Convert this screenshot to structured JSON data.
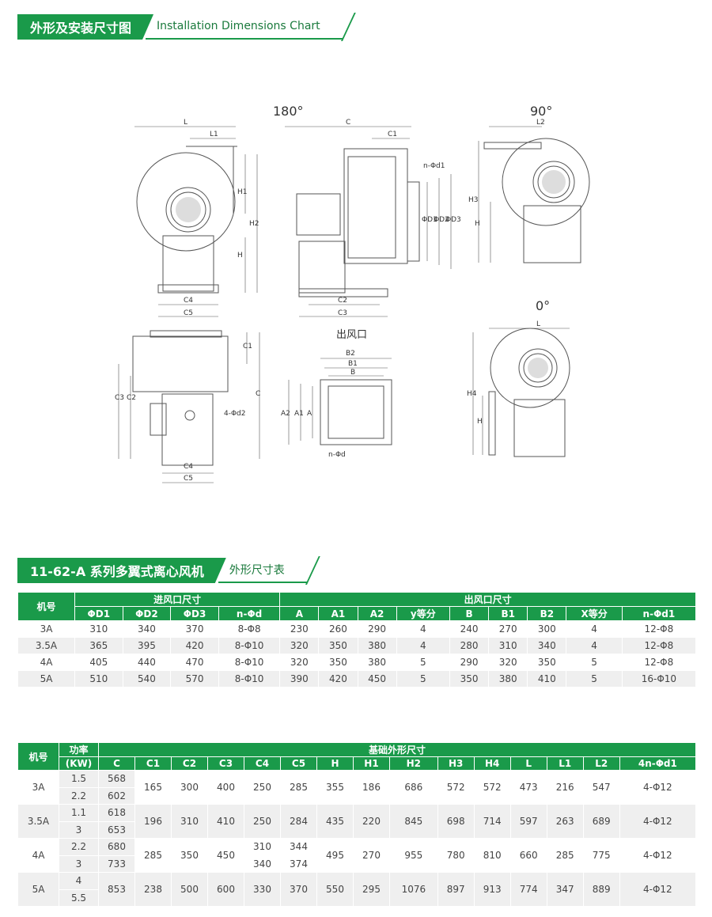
{
  "header1": {
    "cn": "外形及安装尺寸图",
    "en": "Installation Dimensions Chart"
  },
  "header2": {
    "cn": "11-62-A 系列多翼式离心风机",
    "en": "外形尺寸表"
  },
  "drawing": {
    "angle_180": "180°",
    "angle_90": "90°",
    "angle_0": "0°",
    "outlet": "出风口",
    "labels": {
      "L": "L",
      "L1": "L1",
      "L2": "L2",
      "H": "H",
      "H1": "H1",
      "H2": "H2",
      "H3": "H3",
      "H4": "H4",
      "C": "C",
      "C1": "C1",
      "C2": "C2",
      "C3": "C3",
      "C4": "C4",
      "C5": "C5",
      "A": "A",
      "A1": "A1",
      "A2": "A2",
      "B": "B",
      "B1": "B1",
      "B2": "B2",
      "D1": "ΦD1",
      "D2": "ΦD2",
      "D3": "ΦD3",
      "nd1": "n-Φd1",
      "nd2": "4-Φd2",
      "nd": "n-Φd"
    }
  },
  "table1": {
    "model": "机号",
    "inlet": "进风口尺寸",
    "outlet": "出风口尺寸",
    "cols": [
      "ΦD1",
      "ΦD2",
      "ΦD3",
      "n-Φd",
      "A",
      "A1",
      "A2",
      "y等分",
      "B",
      "B1",
      "B2",
      "X等分",
      "n-Φd1"
    ],
    "rows": [
      [
        "3A",
        "310",
        "340",
        "370",
        "8-Φ8",
        "230",
        "260",
        "290",
        "4",
        "240",
        "270",
        "300",
        "4",
        "12-Φ8"
      ],
      [
        "3.5A",
        "365",
        "395",
        "420",
        "8-Φ10",
        "320",
        "350",
        "380",
        "4",
        "280",
        "310",
        "340",
        "4",
        "12-Φ8"
      ],
      [
        "4A",
        "405",
        "440",
        "470",
        "8-Φ10",
        "320",
        "350",
        "380",
        "5",
        "290",
        "320",
        "350",
        "5",
        "12-Φ8"
      ],
      [
        "5A",
        "510",
        "540",
        "570",
        "8-Φ10",
        "390",
        "420",
        "450",
        "5",
        "350",
        "380",
        "410",
        "5",
        "16-Φ10"
      ]
    ]
  },
  "table2": {
    "model": "机号",
    "power": "功率",
    "power_unit": "(KW)",
    "base": "基础外形尺寸",
    "cols": [
      "C",
      "C1",
      "C2",
      "C3",
      "C4",
      "C5",
      "H",
      "H1",
      "H2",
      "H3",
      "H4",
      "L",
      "L1",
      "L2",
      "4n-Φd1"
    ],
    "groups": [
      {
        "model": "3A",
        "power": [
          "1.5",
          "2.2"
        ],
        "c": [
          "568",
          "602"
        ],
        "c1": "165",
        "c2": "300",
        "c3": "400",
        "c4": [
          "250"
        ],
        "c5": [
          "285"
        ],
        "h": "355",
        "h1": "186",
        "h2": "686",
        "h3": "572",
        "h4": "572",
        "l": "473",
        "l1": "216",
        "l2": "547",
        "holes": "4-Φ12"
      },
      {
        "model": "3.5A",
        "power": [
          "1.1",
          "3"
        ],
        "c": [
          "618",
          "653"
        ],
        "c1": "196",
        "c2": "310",
        "c3": "410",
        "c4": [
          "250"
        ],
        "c5": [
          "284"
        ],
        "h": "435",
        "h1": "220",
        "h2": "845",
        "h3": "698",
        "h4": "714",
        "l": "597",
        "l1": "263",
        "l2": "689",
        "holes": "4-Φ12"
      },
      {
        "model": "4A",
        "power": [
          "2.2",
          "3"
        ],
        "c": [
          "680",
          "733"
        ],
        "c1": "285",
        "c2": "350",
        "c3": "450",
        "c4": [
          "310",
          "340"
        ],
        "c5": [
          "344",
          "374"
        ],
        "h": "495",
        "h1": "270",
        "h2": "955",
        "h3": "780",
        "h4": "810",
        "l": "660",
        "l1": "285",
        "l2": "775",
        "holes": "4-Φ12"
      },
      {
        "model": "5A",
        "power": [
          "4",
          "5.5"
        ],
        "c": [
          "853"
        ],
        "c1": "238",
        "c2": "500",
        "c3": "600",
        "c4": [
          "330"
        ],
        "c5": [
          "370"
        ],
        "h": "550",
        "h1": "295",
        "h2": "1076",
        "h3": "897",
        "h4": "913",
        "l": "774",
        "l1": "347",
        "l2": "889",
        "holes": "4-Φ12"
      }
    ]
  }
}
